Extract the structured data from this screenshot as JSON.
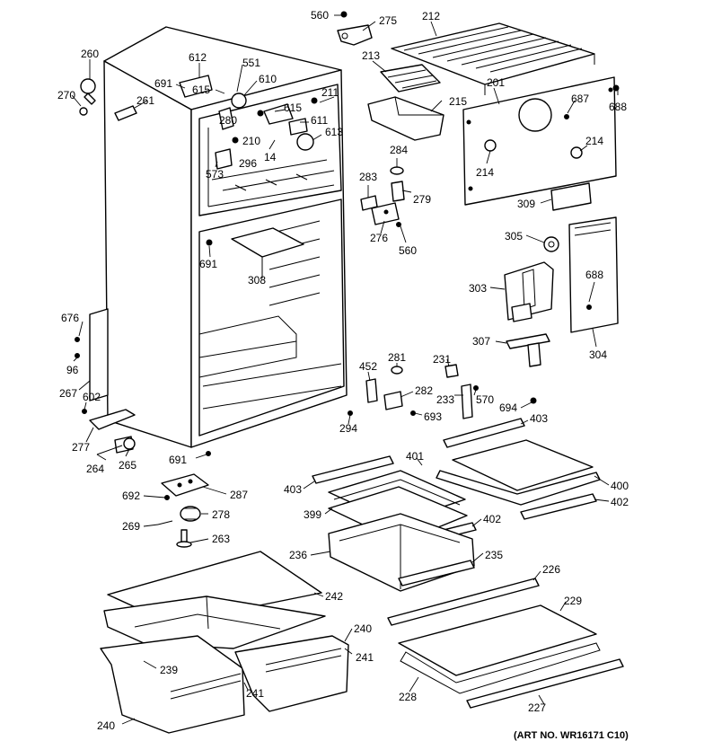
{
  "diagram": {
    "art_number": "(ART NO. WR16171 C10)",
    "labels": [
      {
        "id": "560-top",
        "text": "560"
      },
      {
        "id": "275",
        "text": "275"
      },
      {
        "id": "212",
        "text": "212"
      },
      {
        "id": "260",
        "text": "260"
      },
      {
        "id": "612",
        "text": "612"
      },
      {
        "id": "551",
        "text": "551"
      },
      {
        "id": "213",
        "text": "213"
      },
      {
        "id": "691-top",
        "text": "691"
      },
      {
        "id": "615-a",
        "text": "615"
      },
      {
        "id": "610",
        "text": "610"
      },
      {
        "id": "270",
        "text": "270"
      },
      {
        "id": "261",
        "text": "261"
      },
      {
        "id": "211",
        "text": "211"
      },
      {
        "id": "215",
        "text": "215"
      },
      {
        "id": "201",
        "text": "201"
      },
      {
        "id": "687",
        "text": "687"
      },
      {
        "id": "688-top",
        "text": "688"
      },
      {
        "id": "615-b",
        "text": "615"
      },
      {
        "id": "280",
        "text": "280"
      },
      {
        "id": "611",
        "text": "611"
      },
      {
        "id": "613",
        "text": "613"
      },
      {
        "id": "210",
        "text": "210"
      },
      {
        "id": "14",
        "text": "14"
      },
      {
        "id": "296",
        "text": "296"
      },
      {
        "id": "573",
        "text": "573"
      },
      {
        "id": "284",
        "text": "284"
      },
      {
        "id": "214-a",
        "text": "214"
      },
      {
        "id": "214-b",
        "text": "214"
      },
      {
        "id": "283",
        "text": "283"
      },
      {
        "id": "279",
        "text": "279"
      },
      {
        "id": "309",
        "text": "309"
      },
      {
        "id": "276",
        "text": "276"
      },
      {
        "id": "560-mid",
        "text": "560"
      },
      {
        "id": "305",
        "text": "305"
      },
      {
        "id": "691-mid",
        "text": "691"
      },
      {
        "id": "308",
        "text": "308"
      },
      {
        "id": "688-mid",
        "text": "688"
      },
      {
        "id": "303",
        "text": "303"
      },
      {
        "id": "676",
        "text": "676"
      },
      {
        "id": "307",
        "text": "307"
      },
      {
        "id": "304",
        "text": "304"
      },
      {
        "id": "96",
        "text": "96"
      },
      {
        "id": "452",
        "text": "452"
      },
      {
        "id": "281",
        "text": "281"
      },
      {
        "id": "231",
        "text": "231"
      },
      {
        "id": "267",
        "text": "267"
      },
      {
        "id": "602",
        "text": "602"
      },
      {
        "id": "282",
        "text": "282"
      },
      {
        "id": "233",
        "text": "233"
      },
      {
        "id": "570",
        "text": "570"
      },
      {
        "id": "693",
        "text": "693"
      },
      {
        "id": "694",
        "text": "694"
      },
      {
        "id": "294",
        "text": "294"
      },
      {
        "id": "403-a",
        "text": "403"
      },
      {
        "id": "277",
        "text": "277"
      },
      {
        "id": "264",
        "text": "264"
      },
      {
        "id": "265",
        "text": "265"
      },
      {
        "id": "691-bot",
        "text": "691"
      },
      {
        "id": "401",
        "text": "401"
      },
      {
        "id": "403-b",
        "text": "403"
      },
      {
        "id": "400",
        "text": "400"
      },
      {
        "id": "402-a",
        "text": "402"
      },
      {
        "id": "692",
        "text": "692"
      },
      {
        "id": "287",
        "text": "287"
      },
      {
        "id": "399",
        "text": "399"
      },
      {
        "id": "402-b",
        "text": "402"
      },
      {
        "id": "278",
        "text": "278"
      },
      {
        "id": "269",
        "text": "269"
      },
      {
        "id": "263",
        "text": "263"
      },
      {
        "id": "236",
        "text": "236"
      },
      {
        "id": "235",
        "text": "235"
      },
      {
        "id": "226",
        "text": "226"
      },
      {
        "id": "242",
        "text": "242"
      },
      {
        "id": "229",
        "text": "229"
      },
      {
        "id": "240-a",
        "text": "240"
      },
      {
        "id": "241-a",
        "text": "241"
      },
      {
        "id": "239",
        "text": "239"
      },
      {
        "id": "241-b",
        "text": "241"
      },
      {
        "id": "228",
        "text": "228"
      },
      {
        "id": "227",
        "text": "227"
      },
      {
        "id": "240-b",
        "text": "240"
      }
    ]
  }
}
